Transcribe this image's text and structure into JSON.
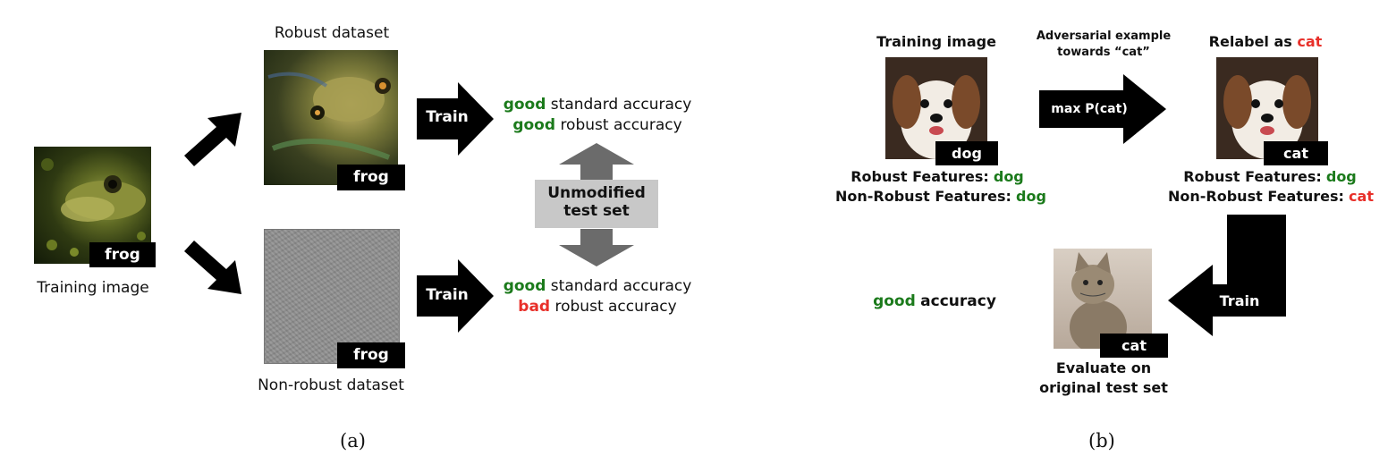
{
  "panel_a": {
    "training_image_label": "Training image",
    "training_image_tag": "frog",
    "robust_dataset_label": "Robust dataset",
    "robust_image_tag": "frog",
    "nonrobust_dataset_label": "Non-robust dataset",
    "nonrobust_image_tag": "frog",
    "train_top": "Train",
    "train_bottom": "Train",
    "top_result_line1_word": "good",
    "top_result_line1_rest": "standard accuracy",
    "top_result_line2_word": "good",
    "top_result_line2_rest": "robust accuracy",
    "bottom_result_line1_word": "good",
    "bottom_result_line1_rest": "standard accuracy",
    "bottom_result_line2_word": "bad",
    "bottom_result_line2_rest": "robust accuracy",
    "test_set_line1": "Unmodified",
    "test_set_line2": "test set",
    "caption": "(a)"
  },
  "panel_b": {
    "training_image_label": "Training image",
    "training_image_tag": "dog",
    "adversarial_line1": "Adversarial example",
    "adversarial_line2": "towards “cat”",
    "max_label": "max P(cat)",
    "relabel_prefix": "Relabel as",
    "relabel_word": "cat",
    "relabeled_image_tag": "cat",
    "left_robust_prefix": "Robust Features:",
    "left_robust_value": "dog",
    "left_nonrobust_prefix": "Non-Robust Features:",
    "left_nonrobust_value": "dog",
    "right_robust_prefix": "Robust Features:",
    "right_robust_value": "dog",
    "right_nonrobust_prefix": "Non-Robust Features:",
    "right_nonrobust_value": "cat",
    "train_label": "Train",
    "test_image_tag": "cat",
    "evaluate_line1": "Evaluate on",
    "evaluate_line2": "original test set",
    "accuracy_word": "good",
    "accuracy_rest": "accuracy",
    "caption": "(b)"
  },
  "colors": {
    "good": "#1b7a1b",
    "bad": "#e8302a",
    "arrow": "#000000",
    "gray_arrow": "#6b6b6b",
    "test_box": "#c8c8c8"
  }
}
